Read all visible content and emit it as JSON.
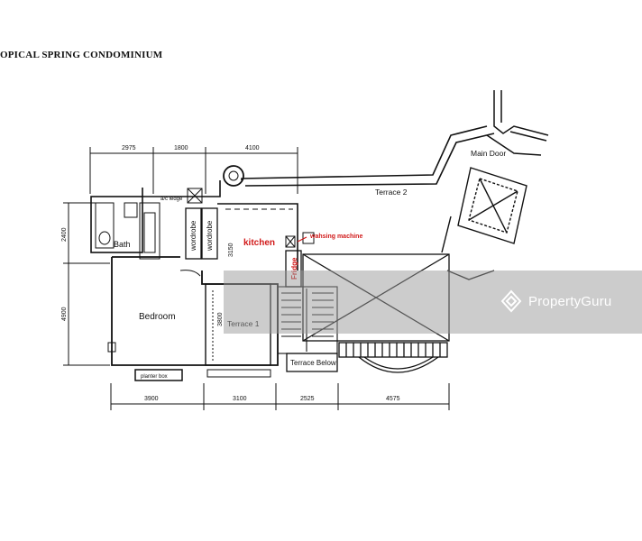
{
  "title": "OPICAL SPRING CONDOMINIUM",
  "rooms": {
    "bath": "Bath",
    "bedroom": "Bedroom",
    "terrace1": "Terrace 1",
    "terrace2": "Terrace 2",
    "terrace_below": "Terrace Below",
    "main_door": "Main Door",
    "planter_box": "planter box",
    "ac_ledge": "a/c ledge",
    "wardrobe_1": "wordrobe",
    "wardrobe_2": "wordrobe"
  },
  "annotations": {
    "kitchen": "kitchen",
    "washing_machine": "wahsing machine",
    "fridge": "Fridge"
  },
  "dimensions": {
    "top": [
      "2975",
      "1800",
      "4100"
    ],
    "bottom": [
      "3900",
      "3100",
      "2525",
      "4575"
    ],
    "left": [
      "2400",
      "4900"
    ],
    "inner_kitchen": "3150",
    "inner_terrace": "3800"
  },
  "watermark": {
    "brand": "PropertyGuru"
  },
  "colors": {
    "annotation": "#d11a1a",
    "line": "#111111",
    "watermark_band": "#9a9a9a"
  }
}
